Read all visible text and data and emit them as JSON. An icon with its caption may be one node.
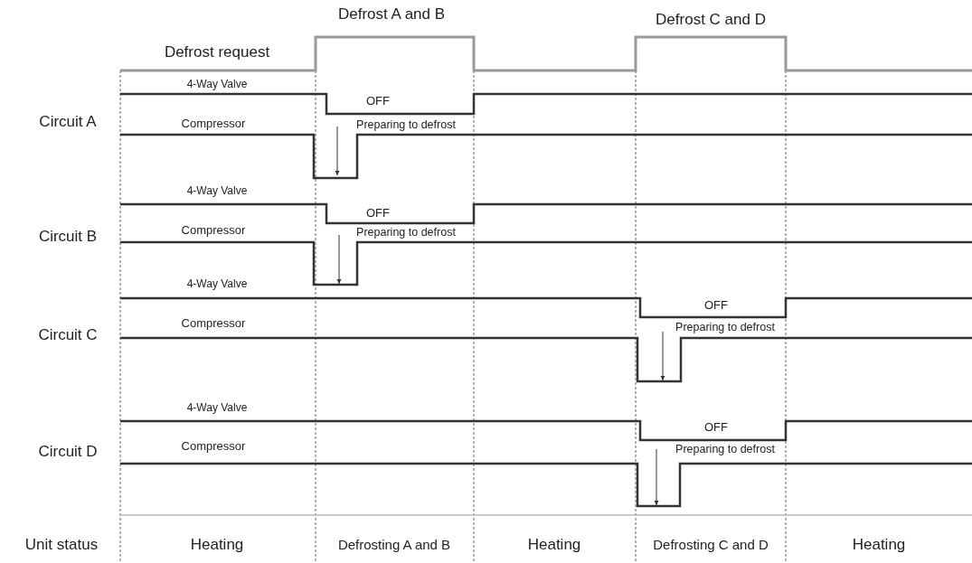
{
  "diagram": {
    "labels": [
      "Defrost A and B",
      "Defrost C and D",
      "Defrost request",
      "4-Way Valve",
      "OFF",
      "Circuit A",
      "Compressor",
      "Preparing to defrost",
      "4-Way Valve",
      "OFF",
      "Circuit B",
      "Compressor",
      "Preparing to defrost",
      "4-Way Valve",
      "OFF",
      "Compressor",
      "Preparing to defrost",
      "Circuit C",
      "4-Way Valve",
      "OFF",
      "Circuit D",
      "Compressor",
      "Preparing to defrost",
      "Unit status",
      "Heating",
      "Defrosting A and B",
      "Heating",
      "Defrosting C and D",
      "Heating"
    ]
  }
}
